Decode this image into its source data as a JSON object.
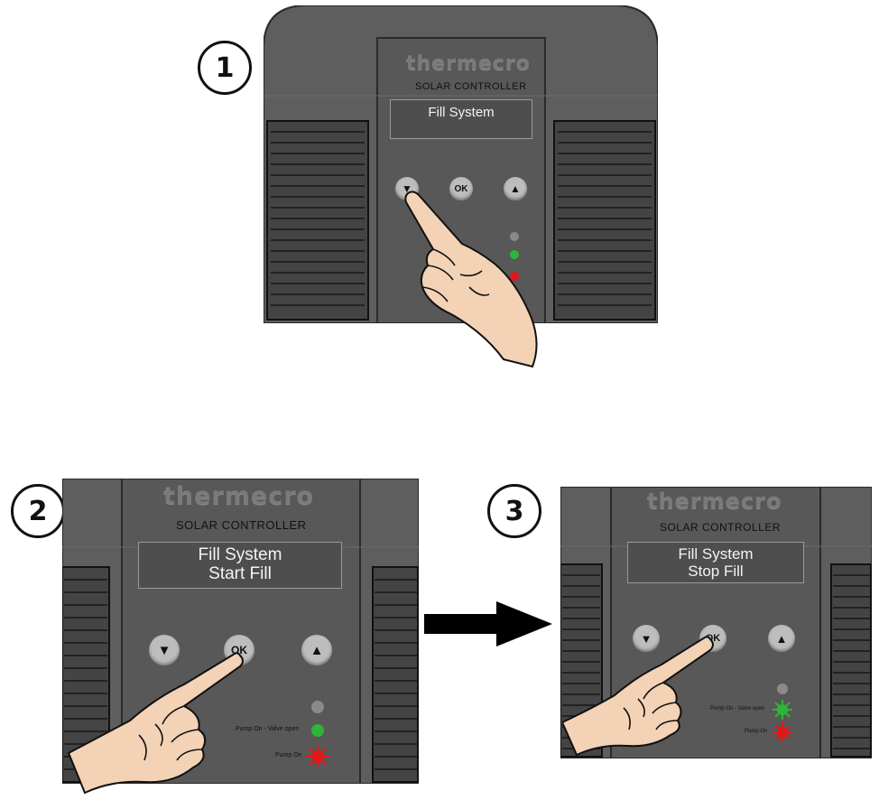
{
  "steps": [
    {
      "number": "1",
      "display_line1": "Fill System",
      "display_line2": ""
    },
    {
      "number": "2",
      "display_line1": "Fill System",
      "display_line2": "Start Fill"
    },
    {
      "number": "3",
      "display_line1": "Fill System",
      "display_line2": "Stop Fill"
    }
  ],
  "device": {
    "brand": "thermecro",
    "subtitle": "SOLAR CONTROLLER",
    "buttons": {
      "down": "▼",
      "ok": "OK",
      "up": "▲"
    },
    "led_labels": {
      "pump_valve": "Pump On - Valve open",
      "pump": "Pump On"
    }
  },
  "icons": {
    "pointer": "pointing-hand-icon",
    "next_step": "right-arrow-icon"
  },
  "colors": {
    "housing": "#5d5d5d",
    "panel": "#565656",
    "screen": "#4e4e4e",
    "led_green": "#2db53a",
    "led_red": "#e01818",
    "led_off": "#8a8a8a"
  }
}
